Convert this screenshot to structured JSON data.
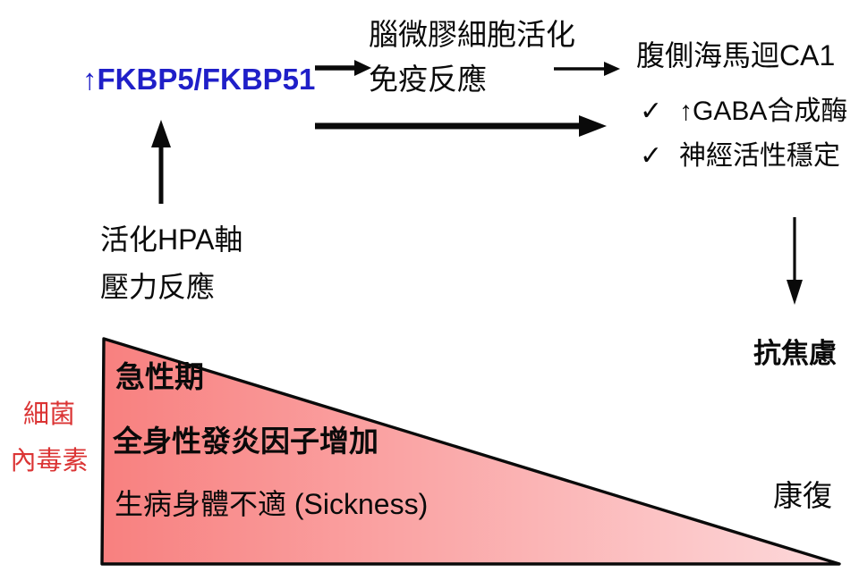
{
  "title": "FKBP5 sickness-recovery pathway diagram",
  "colors": {
    "fkbp5_blue": "#1F1FC8",
    "endotoxin_red": "#DB3434",
    "tri_grad_start": "#F8807F",
    "tri_grad_end": "#FDD9DB",
    "ink": "#0A0A0A"
  },
  "nodes": {
    "fkbp5": "↑FKBP5/FKBP51",
    "microglia_line1": "腦微膠細胞活化",
    "microglia_line2": "免疫反應",
    "hippocampus": "腹側海馬迴CA1",
    "checkmark": "✓",
    "check1": "↑GABA合成酶",
    "check2": "神經活性穩定",
    "hpa_line1": "活化HPA軸",
    "hpa_line2": "壓力反應",
    "anxiolytic": "抗焦慮",
    "endotoxin_line1": "細菌",
    "endotoxin_line2": "內毒素",
    "recovery": "康復"
  },
  "triangle": {
    "acute_phase": "急性期",
    "inflammation": "全身性發炎因子增加",
    "sickness": "生病身體不適 (Sickness)"
  },
  "arrows": [
    "fkbp5-to-microglia",
    "immune-to-ca1",
    "fkbp5-to-gaba",
    "hpa-to-fkbp5",
    "ca1-to-anxiolytic"
  ]
}
